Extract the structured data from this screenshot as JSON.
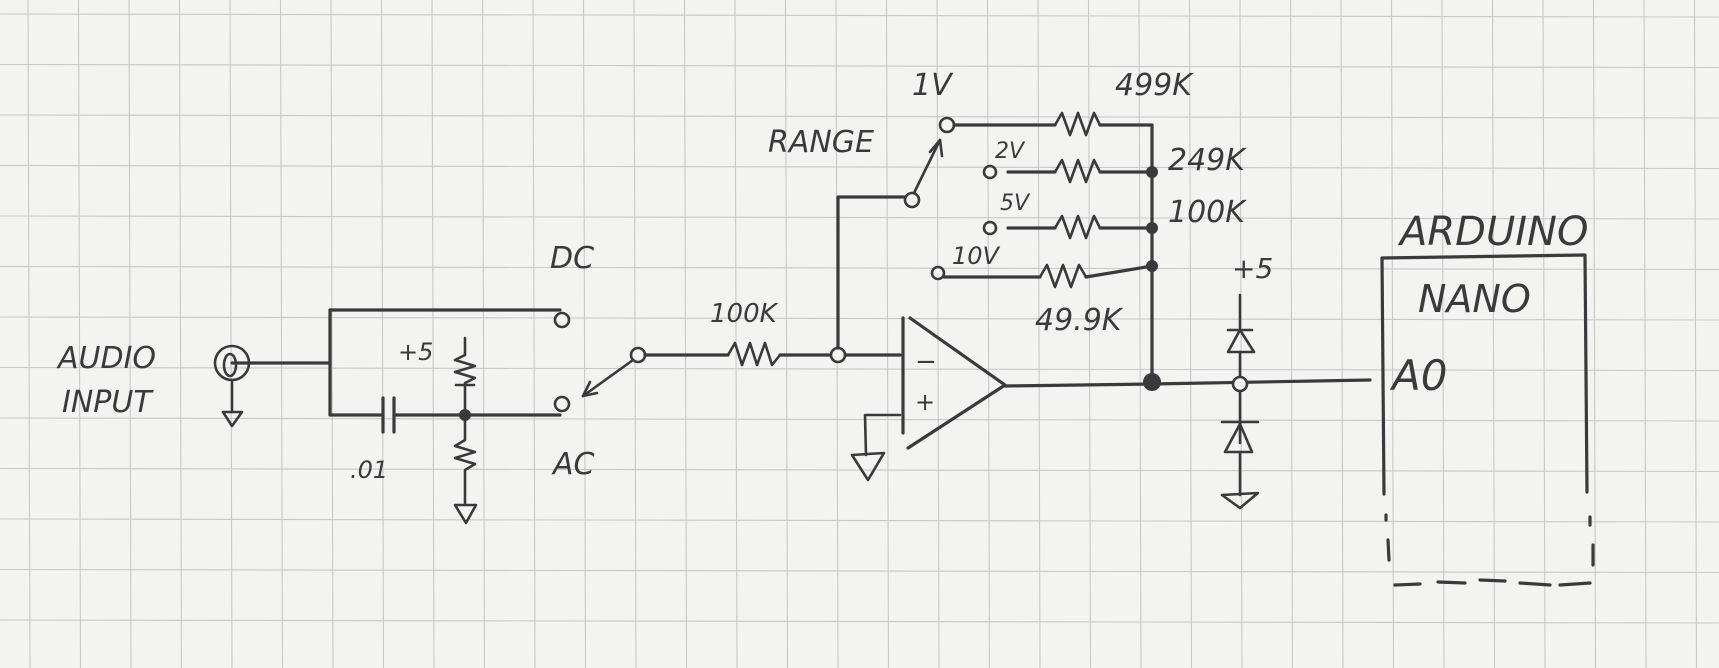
{
  "diagram": {
    "title": "Audio input level meter front end (hand-drawn schematic)",
    "background": "graph paper",
    "colors": {
      "ink": "#3a3a3c",
      "paper": "#f3f3f1",
      "grid": "#c8c8c8"
    },
    "input": {
      "label_line1": "AUDIO",
      "label_line2": "INPUT"
    },
    "coupling": {
      "capacitor_label": ".01",
      "bias_label": "+5",
      "switch_labels": {
        "dc": "DC",
        "ac": "AC"
      }
    },
    "input_resistor": {
      "label": "100K"
    },
    "range_switch": {
      "label": "RANGE",
      "positions": [
        {
          "label": "1V",
          "resistor": "499K"
        },
        {
          "label": "2V",
          "resistor": "249K"
        },
        {
          "label": "5V",
          "resistor": "100K"
        },
        {
          "label": "10V",
          "resistor": "49.9K"
        }
      ]
    },
    "op_amp": {
      "minus": "−",
      "plus": "+"
    },
    "clamp": {
      "supply_label": "+5"
    },
    "mcu": {
      "name_line1": "ARDUINO",
      "name_line2": "NANO",
      "pin": "A0"
    }
  }
}
